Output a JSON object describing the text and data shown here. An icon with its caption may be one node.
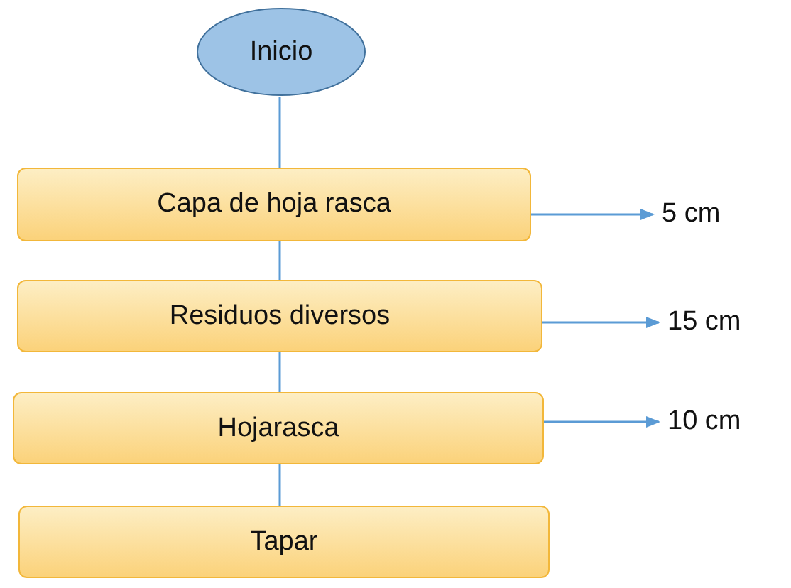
{
  "diagram": {
    "nodes": [
      {
        "text": [
          "Inicio"
        ]
      },
      {
        "text": [
          "Capa de hoja rasca"
        ]
      },
      {
        "text": [
          "Residuos diversos"
        ]
      },
      {
        "text": [
          "Hojarasca"
        ]
      },
      {
        "text": [
          "Tapar"
        ]
      },
      {
        "text": [
          "5 cm"
        ]
      },
      {
        "text": [
          "15 cm"
        ]
      },
      {
        "text": [
          "10 cm"
        ]
      }
    ],
    "edges": [
      {
        "from": 0,
        "to": 1,
        "arrow": "none"
      },
      {
        "from": 1,
        "to": 2,
        "arrow": "none"
      },
      {
        "from": 2,
        "to": 3,
        "arrow": "none"
      },
      {
        "from": 3,
        "to": 4,
        "arrow": "none"
      },
      {
        "from": 1,
        "to": 5,
        "arrow": "to"
      },
      {
        "from": 2,
        "to": 6,
        "arrow": "to"
      },
      {
        "from": 3,
        "to": 7,
        "arrow": "to"
      }
    ]
  }
}
